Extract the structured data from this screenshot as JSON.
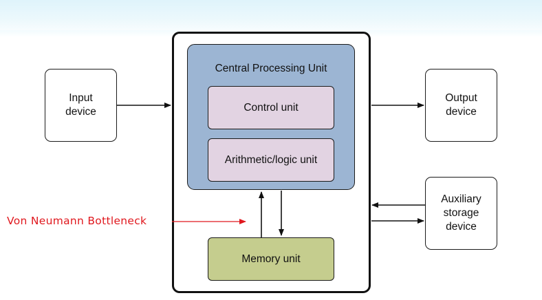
{
  "diagram": {
    "input_device": {
      "line1": "Input",
      "line2": "device"
    },
    "output_device": {
      "line1": "Output",
      "line2": "device"
    },
    "auxiliary_storage": {
      "line1": "Auxiliary",
      "line2": "storage",
      "line3": "device"
    },
    "cpu": {
      "title": "Central Processing Unit",
      "control_unit": "Control unit",
      "alu": "Arithmetic/logic unit"
    },
    "memory_unit": "Memory unit",
    "annotation": "Von Neumann Bottleneck"
  },
  "colors": {
    "cpu_fill": "#9cb5d3",
    "unit_fill": "#e2d3e2",
    "memory_fill": "#c5cd8e",
    "annotation": "#e0181e",
    "header_band": "#dff4fb"
  }
}
